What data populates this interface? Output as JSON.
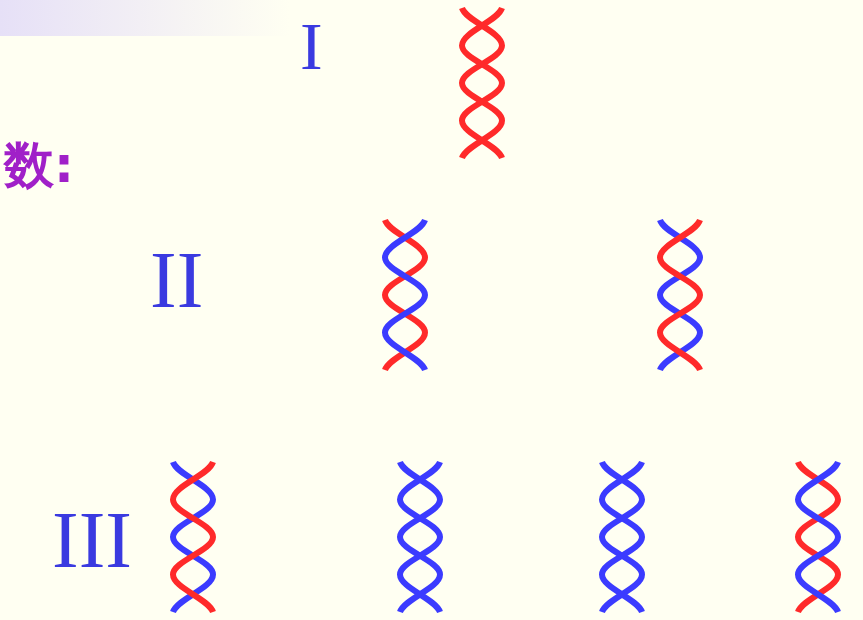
{
  "diagram": {
    "labels": [
      "I",
      "II",
      "III",
      "数:"
    ]
  }
}
